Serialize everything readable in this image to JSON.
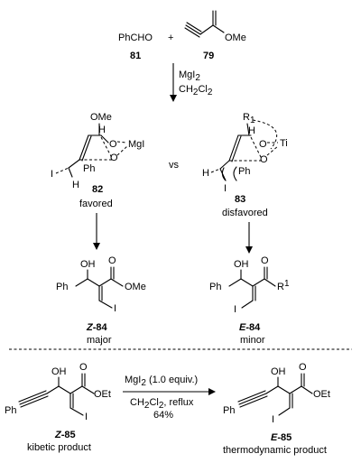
{
  "top": {
    "aldehyde": "PhCHO",
    "plus": "+",
    "alkyne_ome": "OMe",
    "aldehyde_num": "81",
    "alkyne_num": "79",
    "reagent_1": "MgI",
    "reagent_1_sub": "2",
    "reagent_2": "CH",
    "reagent_2_sub": "2",
    "reagent_2_end": "Cl",
    "reagent_2_sub2": "2"
  },
  "ts": {
    "left_ome": "OMe",
    "left_h1": "H",
    "left_o1": "O",
    "left_mgi": "MgI",
    "left_o2": "O",
    "left_ph": "Ph",
    "left_i": "I",
    "left_h2": "H",
    "left_num": "82",
    "left_caption": "favored",
    "vs": "vs",
    "right_r1": "R",
    "right_r1_sub": "1",
    "right_h1": "H",
    "right_o1": "O",
    "right_ti": "Ti",
    "right_o2": "O",
    "right_ph": "Ph",
    "right_h2": "H",
    "right_i": "I",
    "right_num": "83",
    "right_caption": "disfavored"
  },
  "products": {
    "left_oh": "OH",
    "left_o": "O",
    "left_ph": "Ph",
    "left_ome": "OMe",
    "left_i": "I",
    "left_label_prefix": "Z",
    "left_label_num": "-84",
    "left_caption": "major",
    "right_oh": "OH",
    "right_o": "O",
    "right_ph": "Ph",
    "right_r": "R",
    "right_r_sup": "1",
    "right_i": "I",
    "right_label_prefix": "E",
    "right_label_num": "-84",
    "right_caption": "minor"
  },
  "bottom": {
    "left_oh": "OH",
    "left_o": "O",
    "left_oet": "OEt",
    "left_ph": "Ph",
    "left_i": "I",
    "left_label_prefix": "Z",
    "left_label_num": "-85",
    "left_caption": "kibetic product",
    "cond_1a": "MgI",
    "cond_1sub": "2",
    "cond_1b": " (1.0 equiv.)",
    "cond_2a": "CH",
    "cond_2sub": "2",
    "cond_2b": "Cl",
    "cond_2sub2": "2",
    "cond_2c": ", reflux",
    "cond_3": "64%",
    "right_oh": "OH",
    "right_o": "O",
    "right_oet": "OEt",
    "right_ph": "Ph",
    "right_i": "I",
    "right_label_prefix": "E",
    "right_label_num": "-85",
    "right_caption": "thermodynamic product"
  }
}
